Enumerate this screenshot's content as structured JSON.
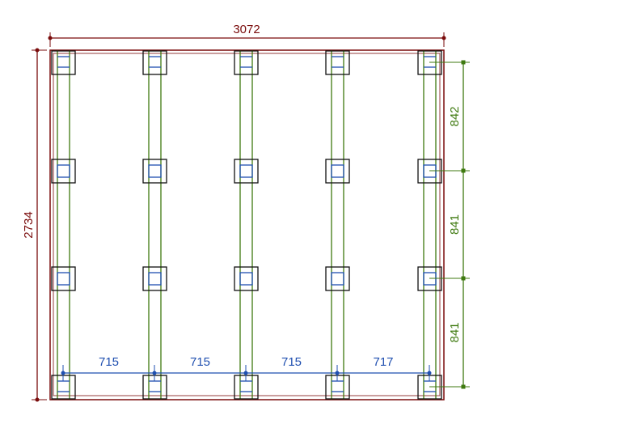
{
  "dimensions": {
    "overall_width": "3072",
    "overall_depth": "2734",
    "column_spacings": [
      "715",
      "715",
      "715",
      "717"
    ],
    "row_spacings": [
      "842",
      "841",
      "841"
    ]
  },
  "grid": {
    "columns": 5,
    "rows": 4
  },
  "colors": {
    "outline": "#7a0c0c",
    "beam": "#3f7a10",
    "post": "#111111",
    "pad": "#1f4fb0",
    "dimension_blue": "#1f4fb0",
    "dimension_green": "#3f7a10",
    "dimension_red": "#7a0c0c"
  }
}
